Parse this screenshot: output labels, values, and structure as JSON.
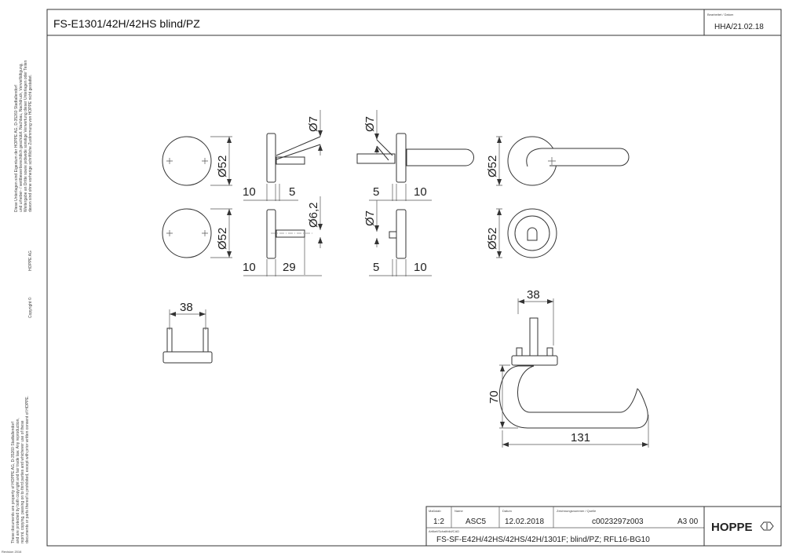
{
  "header": {
    "title": "FS-E1301/42H/42HS blind/PZ",
    "edited_label": "Bearbeitet / Datum",
    "edited_value": "HHA/21.02.18"
  },
  "margin": {
    "german_notice_1": "Diese Unterlagen sind Eigentum der HOPPE AG, D-35260 Stadtallendorf",
    "german_notice_2": "und urheber- / wettbewerbsrechtlich geschützt. Nachbau, Nachdruck, Vervielfältigung,",
    "german_notice_3": "Weitergabe an Dritte sowie jedwede sonstige Verwertung dieser Unterlagen oder Teilen",
    "german_notice_4": "davon sind ohne vorherige schriftliche Zustimmung von HOPPE nicht gestattet.",
    "company": "HOPPE AG",
    "copyright": "Copyright ©",
    "english_notice_1": "These documents are property of HOPPE AG, D-35260 Stadtallendorf",
    "english_notice_2": "and are protected by both copyright and fair trade law. Any reproduction,",
    "english_notice_3": "reprint, copying, passing on to third parties and whichever use of these",
    "english_notice_4": "documents or parts thereof is prohibited, except with prior written consent of HOPPE.",
    "revision": "Revision 2016"
  },
  "dimensions": {
    "rose1_dia": "Ø52",
    "rose2_dia": "Ø52",
    "rose3_dia": "Ø52",
    "rose4_dia": "Ø52",
    "side1_dia": "Ø7",
    "side1_left": "10",
    "side1_right": "5",
    "side2_dia": "Ø6,2",
    "side2_left": "10",
    "side2_right": "29",
    "side3_dia": "Ø7",
    "side3_left": "5",
    "side3_right": "10",
    "side4_dia": "Ø7",
    "side4_left": "5",
    "side4_right": "10",
    "bracket_width": "38",
    "lever_width": "38",
    "lever_height": "70",
    "lever_length": "131"
  },
  "title_block": {
    "scale_label": "Maßstab",
    "scale": "1:2",
    "name_label": "Name",
    "name": "ASC5",
    "date_label": "Datum",
    "date": "12.02.2018",
    "drawing_no_label": "Zeichnungsnummer / Quelle",
    "drawing_no": "c0023297z003",
    "format": "A3 00",
    "article_label": "Artikel/Schaltbild/CAD",
    "article": "FS-SF-E42H/42HS/42HS/42H/1301F; blind/PZ; RFL16-BG10",
    "logo": "HOPPE"
  }
}
